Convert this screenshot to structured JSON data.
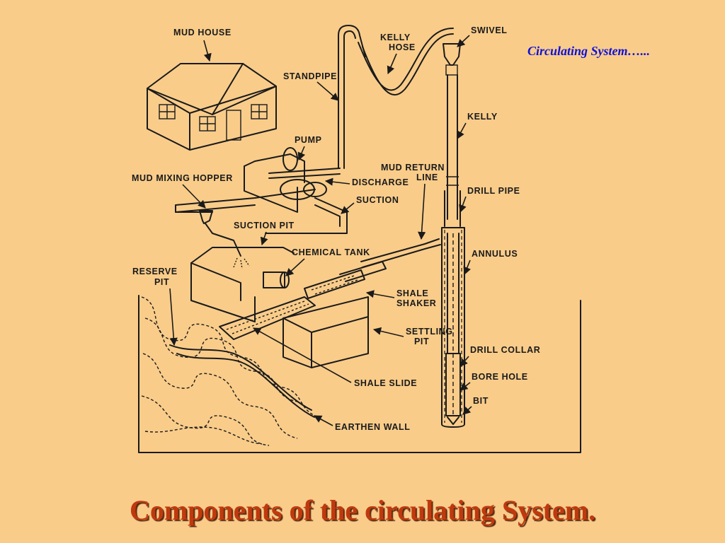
{
  "slide": {
    "header_label": "Circulating System…...",
    "title": "Components of the circulating System."
  },
  "colors": {
    "background": "#f9cc8a",
    "title": "#c0390e",
    "header": "#1010d8",
    "ink": "#1a1a1a"
  },
  "diagram": {
    "labels": {
      "mud_house": "MUD HOUSE",
      "standpipe": "STANDPIPE",
      "kelly_hose_1": "KELLY",
      "kelly_hose_2": "HOSE",
      "swivel": "SWIVEL",
      "kelly": "KELLY",
      "pump": "PUMP",
      "mud_return_1": "MUD RETURN",
      "mud_return_2": "LINE",
      "mud_mixing_hopper": "MUD MIXING HOPPER",
      "discharge": "DISCHARGE",
      "suction": "SUCTION",
      "drill_pipe": "DRILL PIPE",
      "suction_pit": "SUCTION PIT",
      "chemical_tank": "CHEMICAL TANK",
      "annulus": "ANNULUS",
      "reserve_pit_1": "RESERVE",
      "reserve_pit_2": "PIT",
      "shale_shaker_1": "SHALE",
      "shale_shaker_2": "SHAKER",
      "settling_pit_1": "SETTLING",
      "settling_pit_2": "PIT",
      "drill_collar": "DRILL COLLAR",
      "bore_hole": "BORE HOLE",
      "bit": "BIT",
      "shale_slide": "SHALE SLIDE",
      "earthen_wall": "EARTHEN WALL"
    }
  }
}
